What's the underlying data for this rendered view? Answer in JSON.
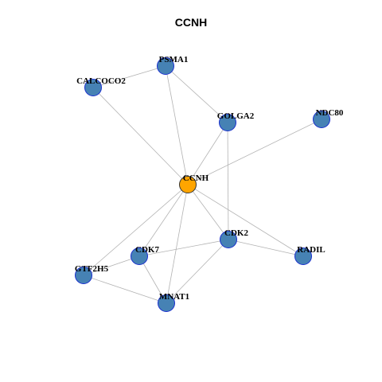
{
  "title": "CCNH",
  "colors": {
    "node": "#4682B4",
    "center_node": "#FFA500",
    "node_border": "#1a2fcf",
    "edge": "#b3b3b3"
  },
  "network": {
    "center": "CCNH",
    "nodes": [
      "CCNH",
      "PSMA1",
      "CALCOCO2",
      "GOLGA2",
      "NDC80",
      "CDK2",
      "RADIL",
      "CDK7",
      "GTF2H5",
      "MNAT1"
    ],
    "edges": [
      [
        "PSMA1",
        "CALCOCO2"
      ],
      [
        "PSMA1",
        "GOLGA2"
      ],
      [
        "PSMA1",
        "CCNH"
      ],
      [
        "CALCOCO2",
        "CCNH"
      ],
      [
        "GOLGA2",
        "CCNH"
      ],
      [
        "GOLGA2",
        "CDK2"
      ],
      [
        "NDC80",
        "CCNH"
      ],
      [
        "CCNH",
        "CDK2"
      ],
      [
        "CCNH",
        "RADIL"
      ],
      [
        "CCNH",
        "CDK7"
      ],
      [
        "CCNH",
        "GTF2H5"
      ],
      [
        "CCNH",
        "MNAT1"
      ],
      [
        "CDK2",
        "RADIL"
      ],
      [
        "CDK2",
        "CDK7"
      ],
      [
        "CDK2",
        "MNAT1"
      ],
      [
        "CDK7",
        "GTF2H5"
      ],
      [
        "CDK7",
        "MNAT1"
      ],
      [
        "GTF2H5",
        "MNAT1"
      ]
    ]
  }
}
